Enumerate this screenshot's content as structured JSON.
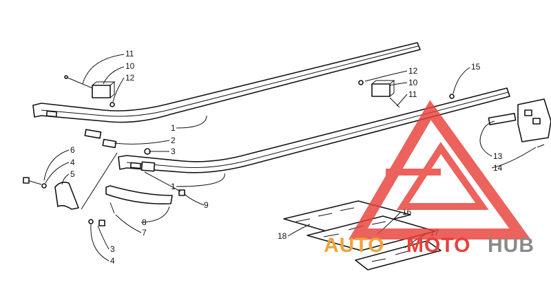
{
  "diagram": {
    "callouts": [
      {
        "id": "c11a",
        "text": "11"
      },
      {
        "id": "c10a",
        "text": "10"
      },
      {
        "id": "c12a",
        "text": "12"
      },
      {
        "id": "c12b",
        "text": "12"
      },
      {
        "id": "c10b",
        "text": "10"
      },
      {
        "id": "c11b",
        "text": "11"
      },
      {
        "id": "c15",
        "text": "15"
      },
      {
        "id": "c1a",
        "text": "1"
      },
      {
        "id": "c2",
        "text": "2"
      },
      {
        "id": "c3a",
        "text": "3"
      },
      {
        "id": "c6",
        "text": "6"
      },
      {
        "id": "c4a",
        "text": "4"
      },
      {
        "id": "c5",
        "text": "5"
      },
      {
        "id": "c13",
        "text": "13"
      },
      {
        "id": "c14",
        "text": "14"
      },
      {
        "id": "c1b",
        "text": "1"
      },
      {
        "id": "c9",
        "text": "9"
      },
      {
        "id": "c8",
        "text": "8"
      },
      {
        "id": "c7",
        "text": "7"
      },
      {
        "id": "c16",
        "text": "16"
      },
      {
        "id": "c17",
        "text": "17"
      },
      {
        "id": "c18",
        "text": "18"
      },
      {
        "id": "c3b",
        "text": "3"
      },
      {
        "id": "c4b",
        "text": "4"
      }
    ]
  },
  "watermark": {
    "brand_auto": "AUTO",
    "brand_moto": "MOTO",
    "brand_hub": "HUB",
    "colors": {
      "red": "#e8403a",
      "orange": "#f1a33b",
      "gray": "#8a8a8a"
    }
  }
}
